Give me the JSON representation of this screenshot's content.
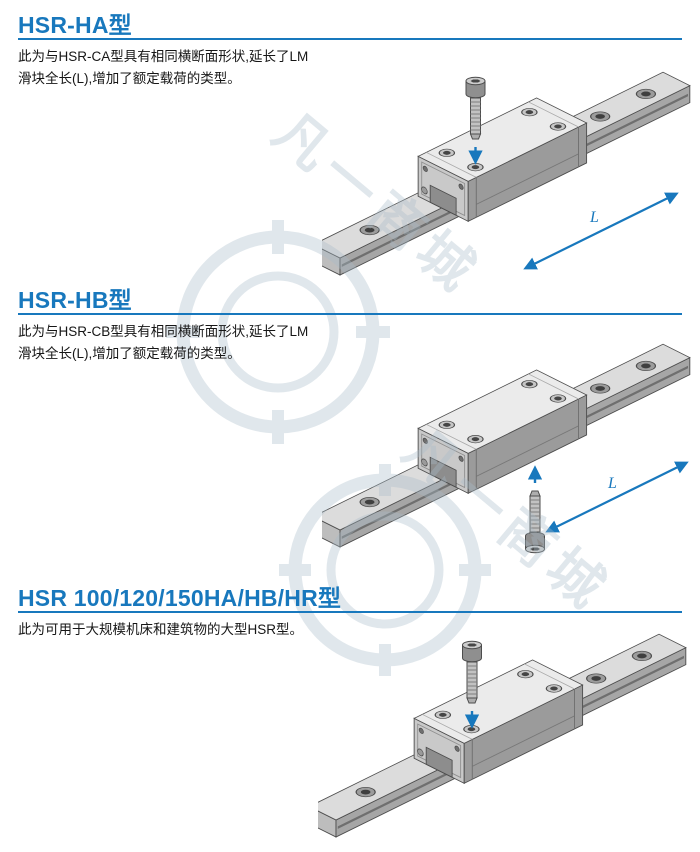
{
  "page": {
    "accent_color": "#1878bd",
    "watermark_text": "凡一商城"
  },
  "sections": [
    {
      "heading": "HSR-HA型",
      "body": "此为与HSR-CA型具有相同横断面形状,延长了LM滑块全长(L),增加了额定载荷的类型。",
      "dimension_label": "L"
    },
    {
      "heading": "HSR-HB型",
      "body": "此为与HSR-CB型具有相同横断面形状,延长了LM滑块全长(L),增加了额定载荷的类型。",
      "dimension_label": "L"
    },
    {
      "heading": "HSR 100/120/150HA/HB/HR型",
      "body": "此为可用于大规模机床和建筑物的大型HSR型。"
    }
  ]
}
